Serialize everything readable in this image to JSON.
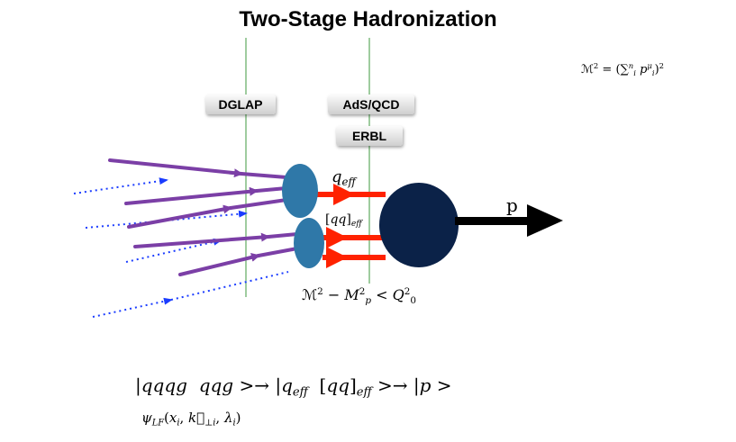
{
  "title": "Two-Stage Hadronization",
  "labels": {
    "dglap": "DGLAP",
    "adsqcd": "AdS/QCD",
    "erbl": "ERBL"
  },
  "output_label": "p",
  "colors": {
    "parton_line": "#7b3fa6",
    "blue_dotted": "#1a3cff",
    "cluster_small": "#2f78a8",
    "hadron": "#0b2248",
    "red_arrow": "#ff2200",
    "vline": "#3f9a3f"
  }
}
